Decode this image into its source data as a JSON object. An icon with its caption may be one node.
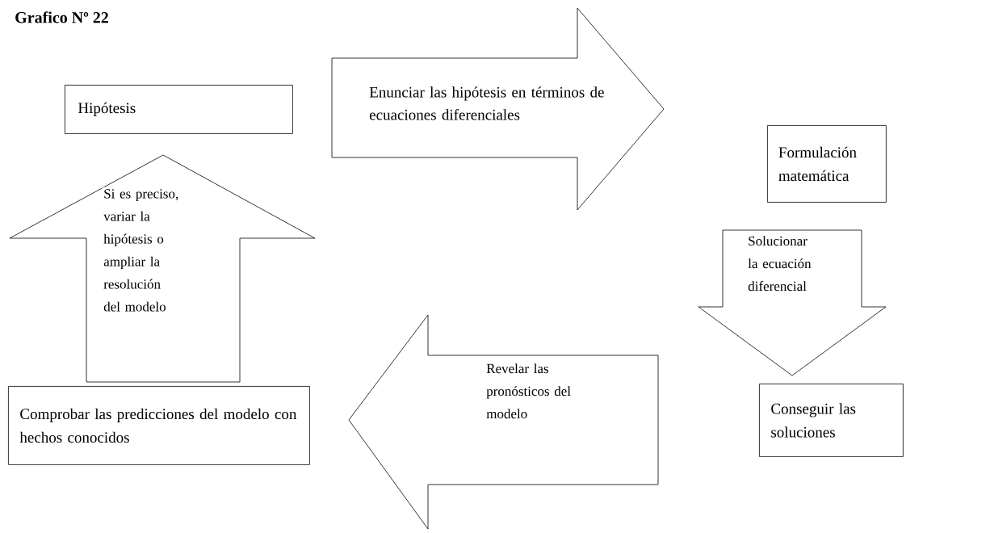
{
  "diagram": {
    "title": "Grafico Nº 22",
    "nodes": [
      {
        "text": [
          "Hipótesis"
        ]
      },
      {
        "text": [
          "Formulación matemática"
        ]
      },
      {
        "text": [
          "Conseguir las soluciones"
        ]
      },
      {
        "text": [
          "Comprobar las predicciones del modelo con hechos conocidos"
        ]
      }
    ],
    "edges": [
      {
        "from": 0,
        "to": 1,
        "arrow": "to",
        "label": "Enunciar las hipótesis en términos de ecuaciones diferenciales"
      },
      {
        "from": 1,
        "to": 2,
        "arrow": "to",
        "label": "Solucionar la ecuación diferencial"
      },
      {
        "from": 2,
        "to": 3,
        "arrow": "to",
        "label": "Revelar las pronósticos del modelo"
      },
      {
        "from": 3,
        "to": 0,
        "arrow": "to",
        "label": "Si es preciso, variar la hipótesis o ampliar la resolución del modelo"
      }
    ]
  }
}
